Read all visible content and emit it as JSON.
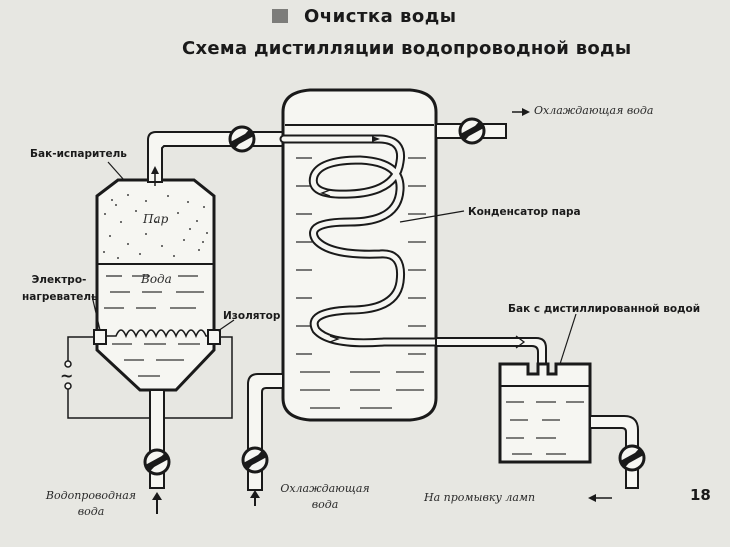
{
  "header": {
    "title": "Очистка воды",
    "subtitle": "Схема дистилляции водопроводной воды"
  },
  "labels": {
    "evaporator_tank": "Бак-испаритель",
    "steam": "Пар",
    "water": "Вода",
    "heater_line1": "Электро-",
    "heater_line2": "нагреватель",
    "insulator": "Изолятор",
    "condenser": "Конденсатор пара",
    "distilled_tank": "Бак с дистиллированной водой",
    "cooling_water_out": "Охлаждающая вода",
    "cooling_water_in_line1": "Охлаждающая",
    "cooling_water_in_line2": "вода",
    "tap_water_line1": "Водопроводная",
    "tap_water_line2": "вода",
    "to_lamp_washing": "На промывку ламп",
    "ac_symbol": "~",
    "slide_number": "18"
  },
  "colors": {
    "background": "#e7e7e2",
    "ink": "#1a1a1a",
    "tank_fill": "#f6f6f2"
  }
}
